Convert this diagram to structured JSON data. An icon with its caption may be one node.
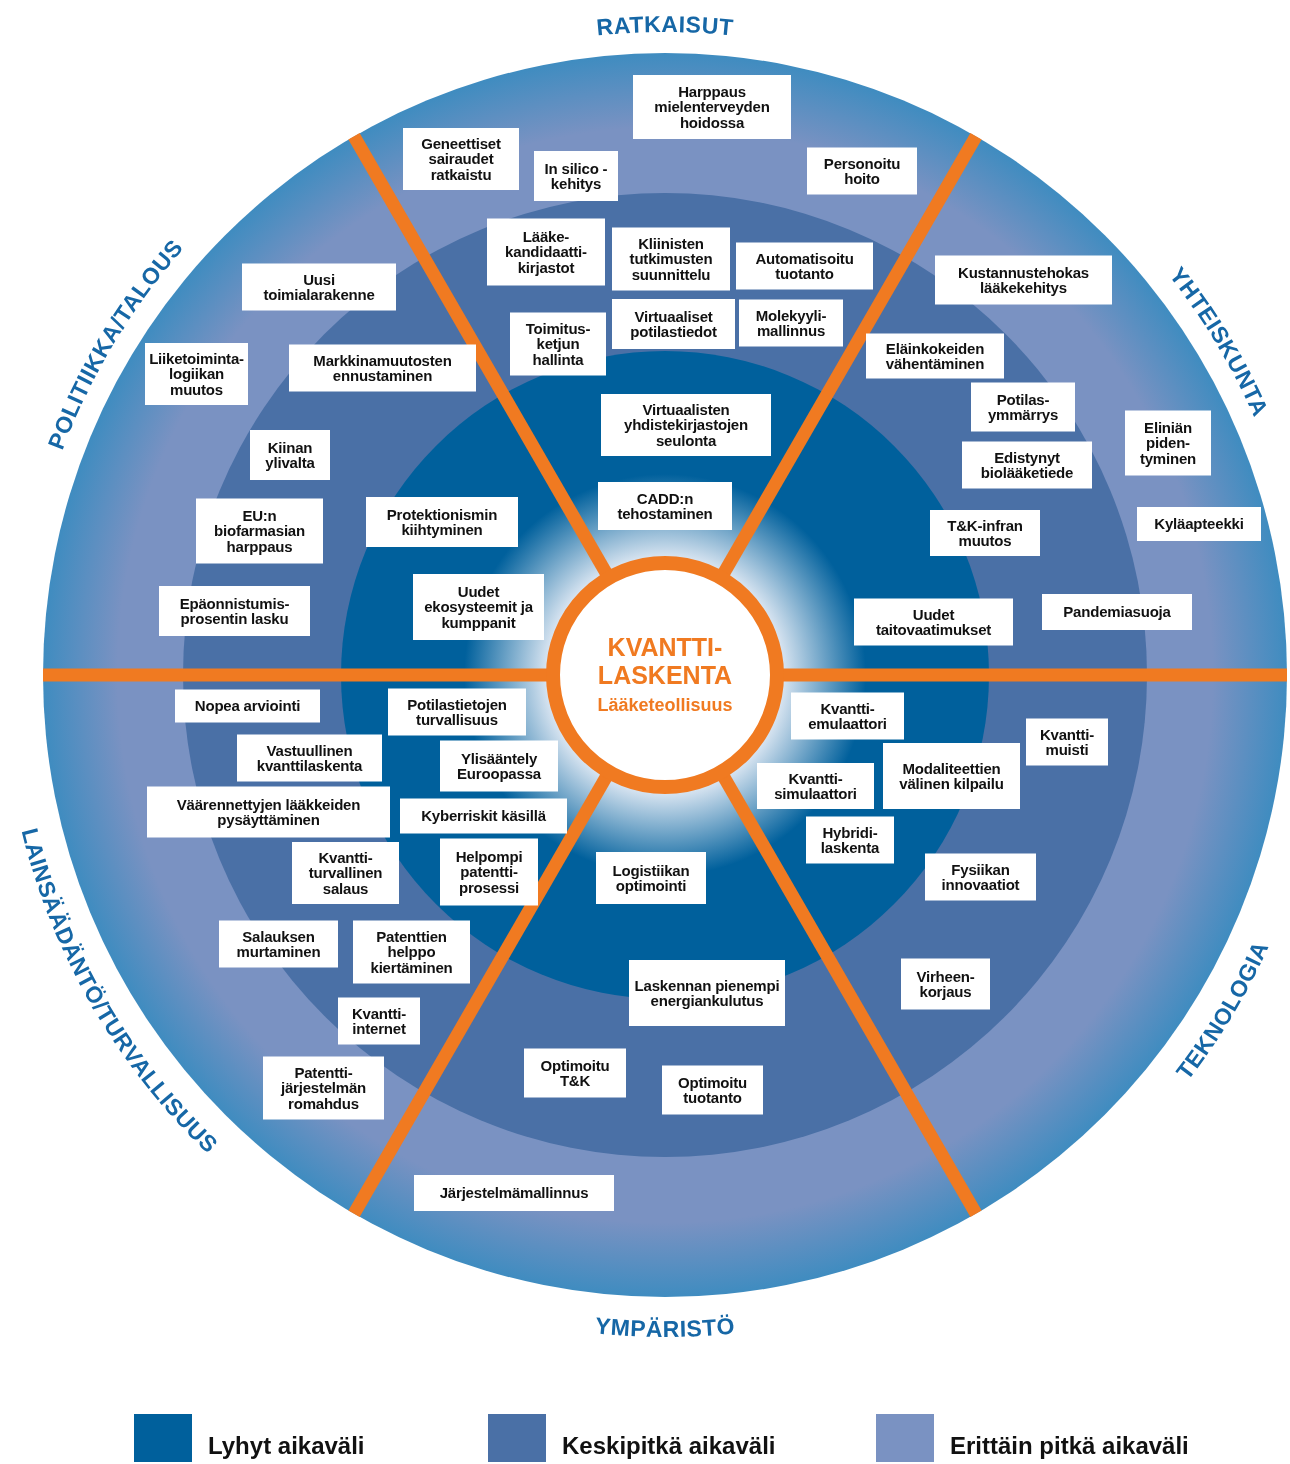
{
  "diagram": {
    "nodes": [
      {
        "text": [
          "KVANTTI- LASKENTA",
          "Lääketeollisuus"
        ]
      },
      {
        "text": [
          "Harppaus mielenterveyden hoidossa"
        ]
      },
      {
        "text": [
          "Geneettiset sairaudet ratkaistu"
        ]
      },
      {
        "text": [
          "In silico -kehitys"
        ]
      },
      {
        "text": [
          "Personoitu hoito"
        ]
      },
      {
        "text": [
          "Lääke- kandidaatti- kirjastot"
        ]
      },
      {
        "text": [
          "Kliinisten tutkimusten suunnittelu"
        ]
      },
      {
        "text": [
          "Automatisoitu tuotanto"
        ]
      },
      {
        "text": [
          "Toimitus- ketjun hallinta"
        ]
      },
      {
        "text": [
          "Virtuaaliset potilastiedot"
        ]
      },
      {
        "text": [
          "Molekyyli- mallinnus"
        ]
      },
      {
        "text": [
          "Virtuaalisten yhdistekirjastojen seulonta"
        ]
      },
      {
        "text": [
          "CADD:n tehostaminen"
        ]
      },
      {
        "text": [
          "Kustannustehokas lääkekehitys"
        ]
      },
      {
        "text": [
          "Eläinkokeiden vähentäminen"
        ]
      },
      {
        "text": [
          "Potilas- ymmärrys"
        ]
      },
      {
        "text": [
          "Eliniän piden- tyminen"
        ]
      },
      {
        "text": [
          "Edistynyt biolääketiede"
        ]
      },
      {
        "text": [
          "T&K-infran muutos"
        ]
      },
      {
        "text": [
          "Kyläapteekki"
        ]
      },
      {
        "text": [
          "Uudet taitovaatimukset"
        ]
      },
      {
        "text": [
          "Pandemiasuoja"
        ]
      },
      {
        "text": [
          "Kvantti- emulaattori"
        ]
      },
      {
        "text": [
          "Kvantti- muisti"
        ]
      },
      {
        "text": [
          "Modaliteettien välinen kilpailu"
        ]
      },
      {
        "text": [
          "Kvantti- simulaattori"
        ]
      },
      {
        "text": [
          "Hybridi- laskenta"
        ]
      },
      {
        "text": [
          "Fysiikan innovaatiot"
        ]
      },
      {
        "text": [
          "Virheen- korjaus"
        ]
      },
      {
        "text": [
          "Logistiikan optimointi"
        ]
      },
      {
        "text": [
          "Laskennan pienempi energiankulutus"
        ]
      },
      {
        "text": [
          "Optimoitu T&K"
        ]
      },
      {
        "text": [
          "Optimoitu tuotanto"
        ]
      },
      {
        "text": [
          "Järjestelmämallinnus"
        ]
      },
      {
        "text": [
          "Nopea arviointi"
        ]
      },
      {
        "text": [
          "Potilastietojen turvallisuus"
        ]
      },
      {
        "text": [
          "Vastuullinen kvanttilaskenta"
        ]
      },
      {
        "text": [
          "Ylisääntely Euroopassa"
        ]
      },
      {
        "text": [
          "Väärennettyjen lääkkeiden pysäyttäminen"
        ]
      },
      {
        "text": [
          "Kyberriskit käsillä"
        ]
      },
      {
        "text": [
          "Kvantti- turvallinen salaus"
        ]
      },
      {
        "text": [
          "Helpompi patentti- prosessi"
        ]
      },
      {
        "text": [
          "Salauksen murtaminen"
        ]
      },
      {
        "text": [
          "Patenttien helppo kiertäminen"
        ]
      },
      {
        "text": [
          "Kvantti- internet"
        ]
      },
      {
        "text": [
          "Patentti- järjestelmän romahdus"
        ]
      },
      {
        "text": [
          "Uusi toimialarakenne"
        ]
      },
      {
        "text": [
          "Liiketoiminta- logiikan muutos"
        ]
      },
      {
        "text": [
          "Markkinamuutosten ennustaminen"
        ]
      },
      {
        "text": [
          "Kiinan ylivalta"
        ]
      },
      {
        "text": [
          "EU:n biofarmasian harppaus"
        ]
      },
      {
        "text": [
          "Protektionismin kiihtyminen"
        ]
      },
      {
        "text": [
          "Epäonnistumis- prosentin lasku"
        ]
      },
      {
        "text": [
          "Uudet ekosysteemit ja kumppanit"
        ]
      }
    ],
    "labels": [
      "RATKAISUT",
      "POLITIIKKA/TALOUS",
      "YHTEISKUNTA",
      "TEKNOLOGIA",
      "LAINSÄÄDÄNTÖ/TURVALLISUUS",
      "YMPÄRISTÖ"
    ],
    "legend": [
      {
        "text": "Lyhyt aikaväli",
        "color": "#00609c"
      },
      {
        "text": "Keskipitkä aikaväli",
        "color": "#4a70a6"
      },
      {
        "text": "Erittäin pitkä aikaväli",
        "color": "#7a92c2"
      }
    ]
  }
}
